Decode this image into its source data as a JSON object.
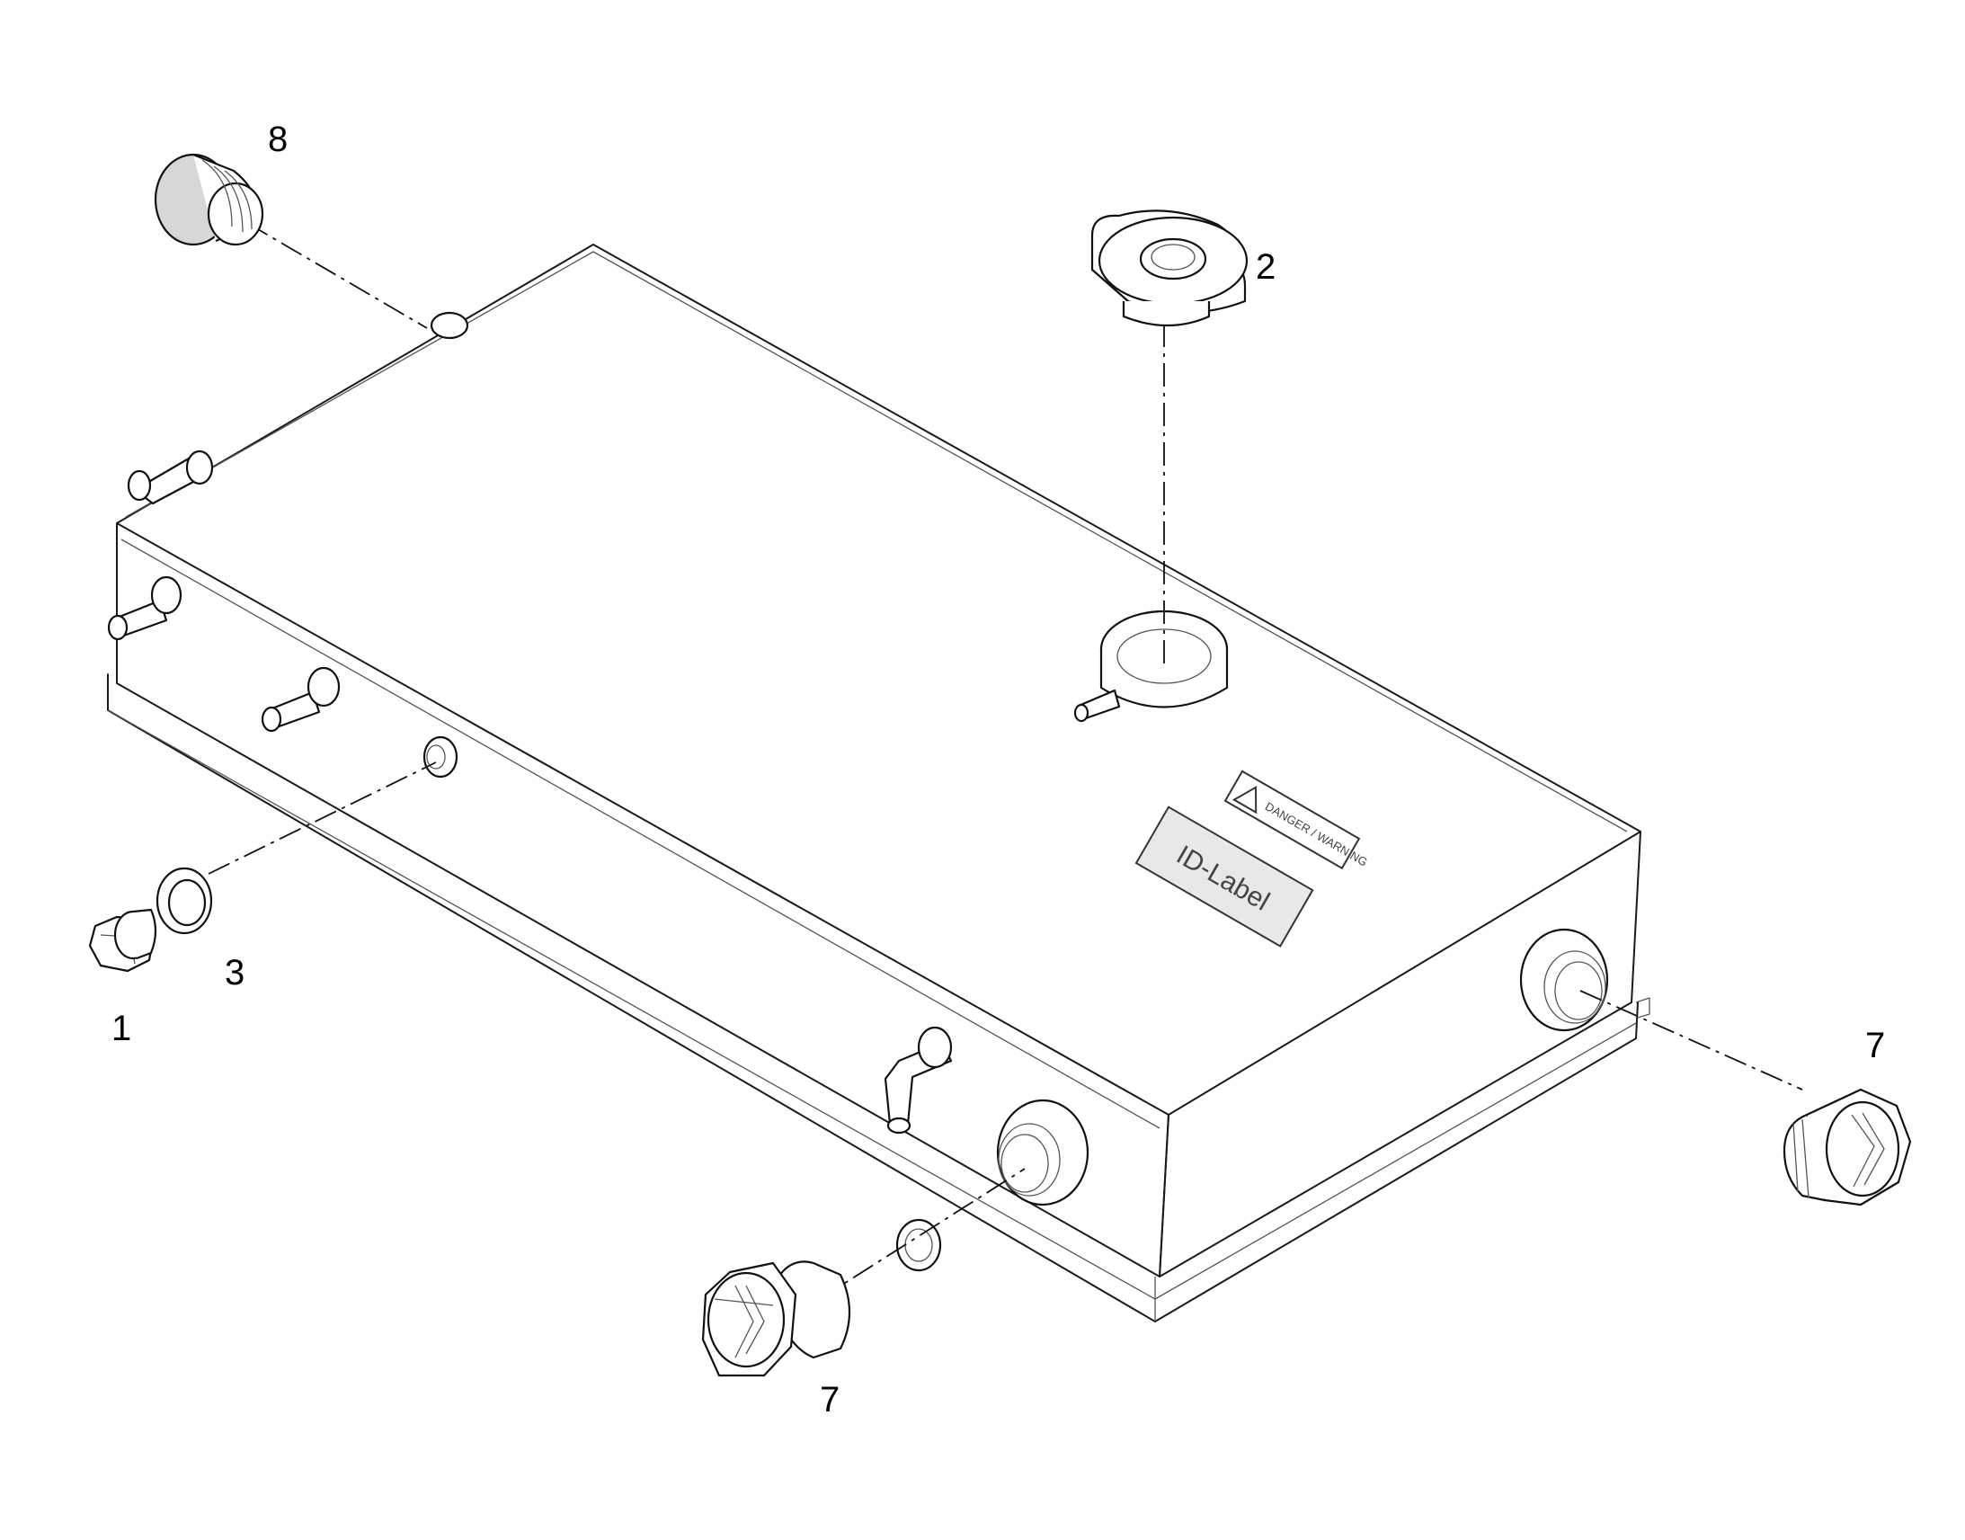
{
  "callouts": [
    {
      "id": "8",
      "text": "8"
    },
    {
      "id": "2",
      "text": "2"
    },
    {
      "id": "3",
      "text": "3"
    },
    {
      "id": "1",
      "text": "1"
    },
    {
      "id": "7a",
      "text": "7"
    },
    {
      "id": "7b",
      "text": "7"
    }
  ],
  "tank": {
    "id_label": "ID-Label",
    "warning_label": "DANGER / WARNING"
  },
  "colors": {
    "line": "#1a1a1a",
    "background": "#ffffff"
  }
}
